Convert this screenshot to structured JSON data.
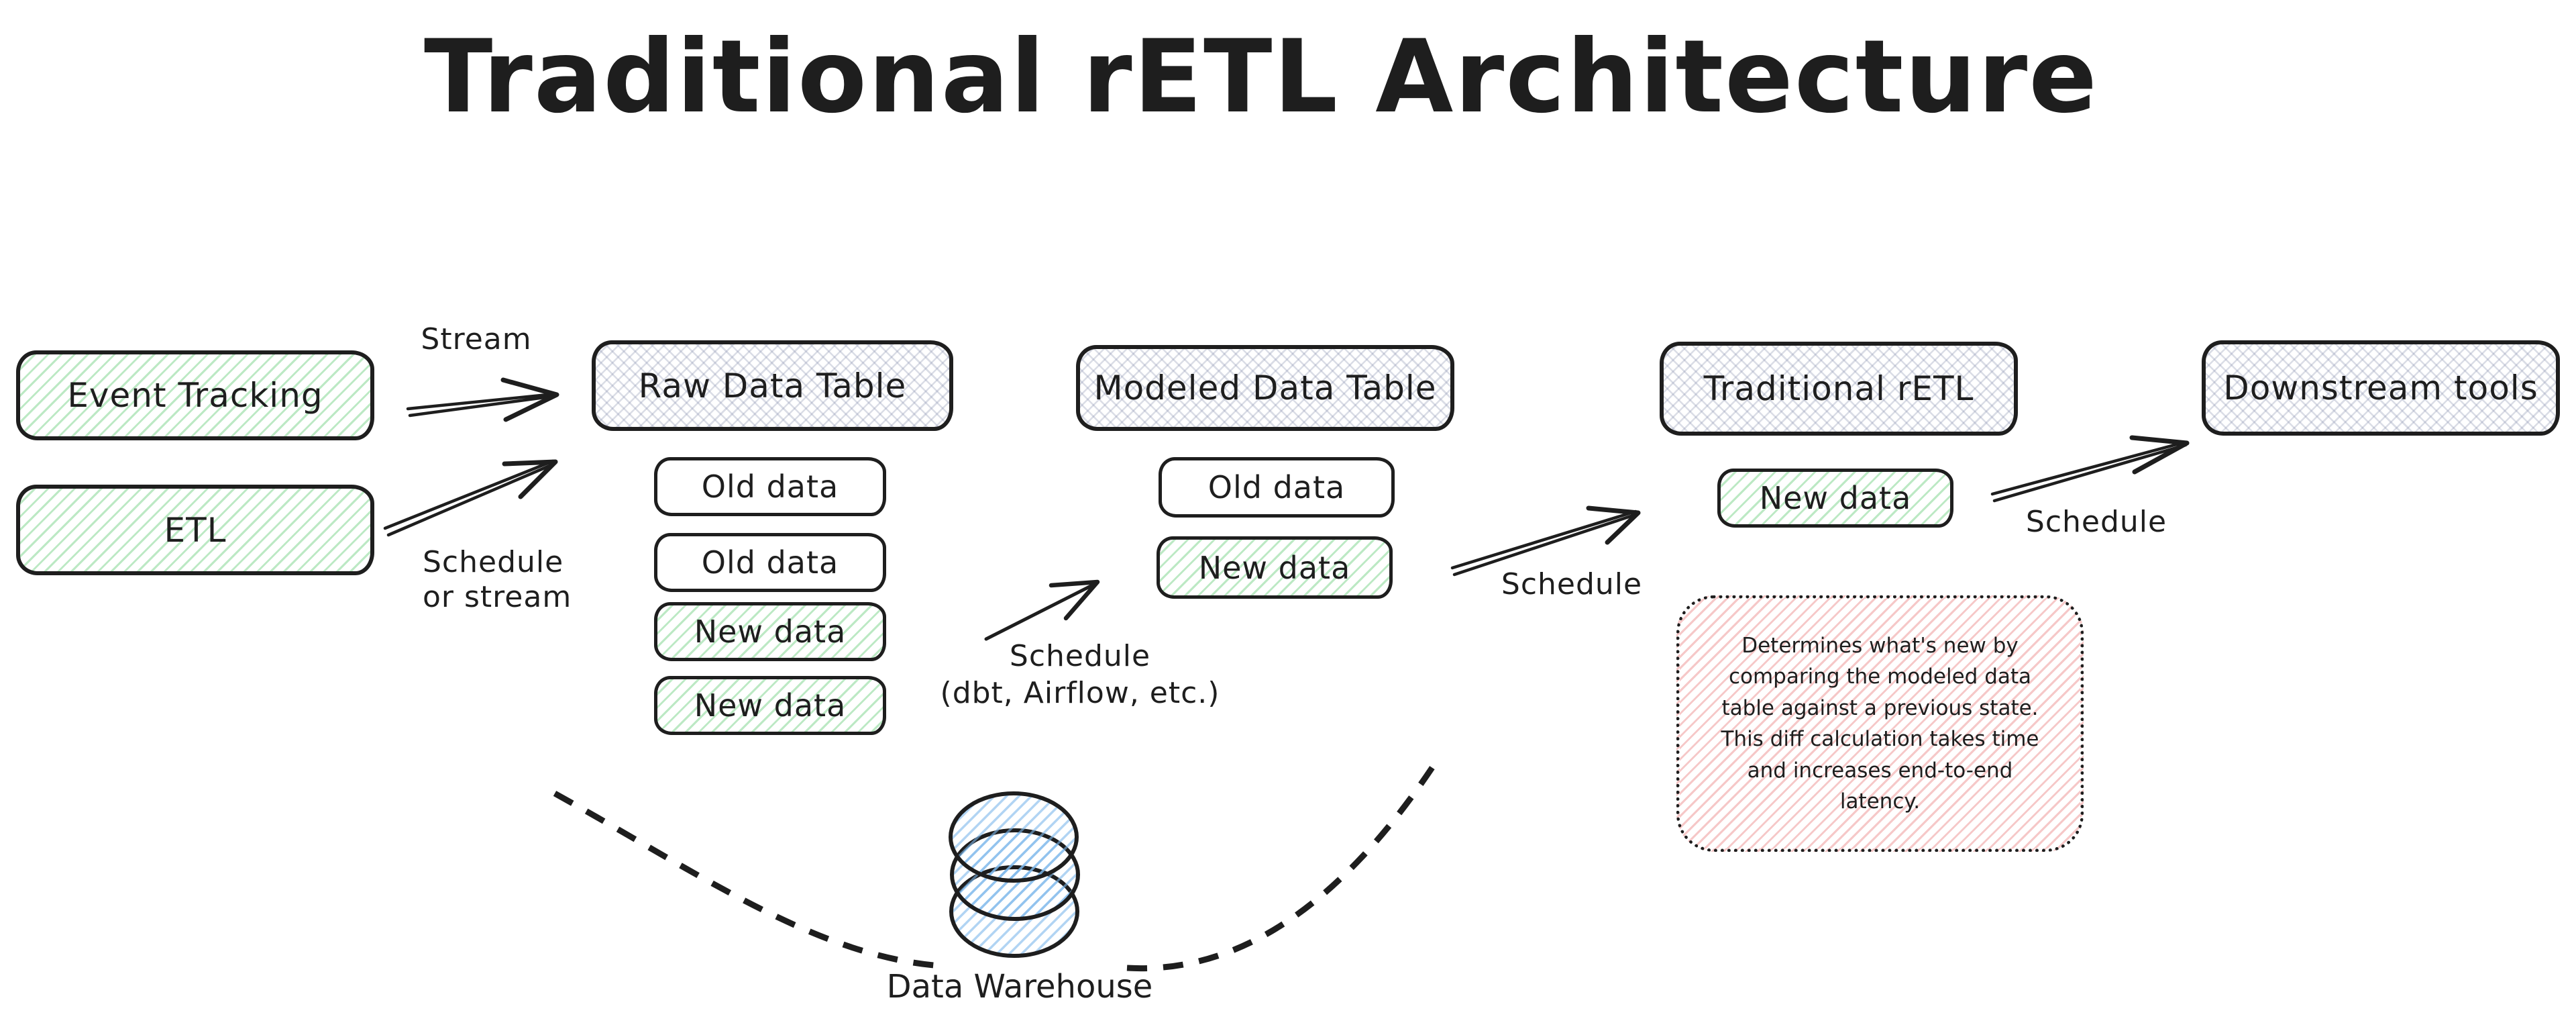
{
  "title": "Traditional rETL Architecture",
  "colors": {
    "ink": "#1e1e1e",
    "green_hatch": "#69db7c",
    "gray_hatch": "#868ead",
    "pink_hatch": "#ff8787",
    "blue_hatch": "#74b6e8",
    "background": "#ffffff"
  },
  "sources": {
    "event_tracking": "Event Tracking",
    "etl": "ETL"
  },
  "raw_table": {
    "header": "Raw Data Table",
    "rows": [
      {
        "label": "Old data",
        "status": "old"
      },
      {
        "label": "Old data",
        "status": "old"
      },
      {
        "label": "New data",
        "status": "new"
      },
      {
        "label": "New data",
        "status": "new"
      }
    ]
  },
  "modeled_table": {
    "header": "Modeled Data Table",
    "rows": [
      {
        "label": "Old data",
        "status": "old"
      },
      {
        "label": "New data",
        "status": "new"
      }
    ]
  },
  "retl": {
    "header": "Traditional rETL",
    "rows": [
      {
        "label": "New data",
        "status": "new"
      }
    ],
    "note": "Determines what's new by comparing the modeled data table against a previous state. This diff calculation takes time and increases end-to-end latency."
  },
  "downstream": {
    "header": "Downstream tools"
  },
  "warehouse": {
    "label": "Data Warehouse"
  },
  "edge_labels": {
    "event_to_raw": "Stream",
    "etl_to_raw": "Schedule\nor stream",
    "raw_to_modeled": "Schedule\n(dbt, Airflow, etc.)",
    "modeled_to_retl": "Schedule",
    "retl_to_downstream": "Schedule"
  }
}
